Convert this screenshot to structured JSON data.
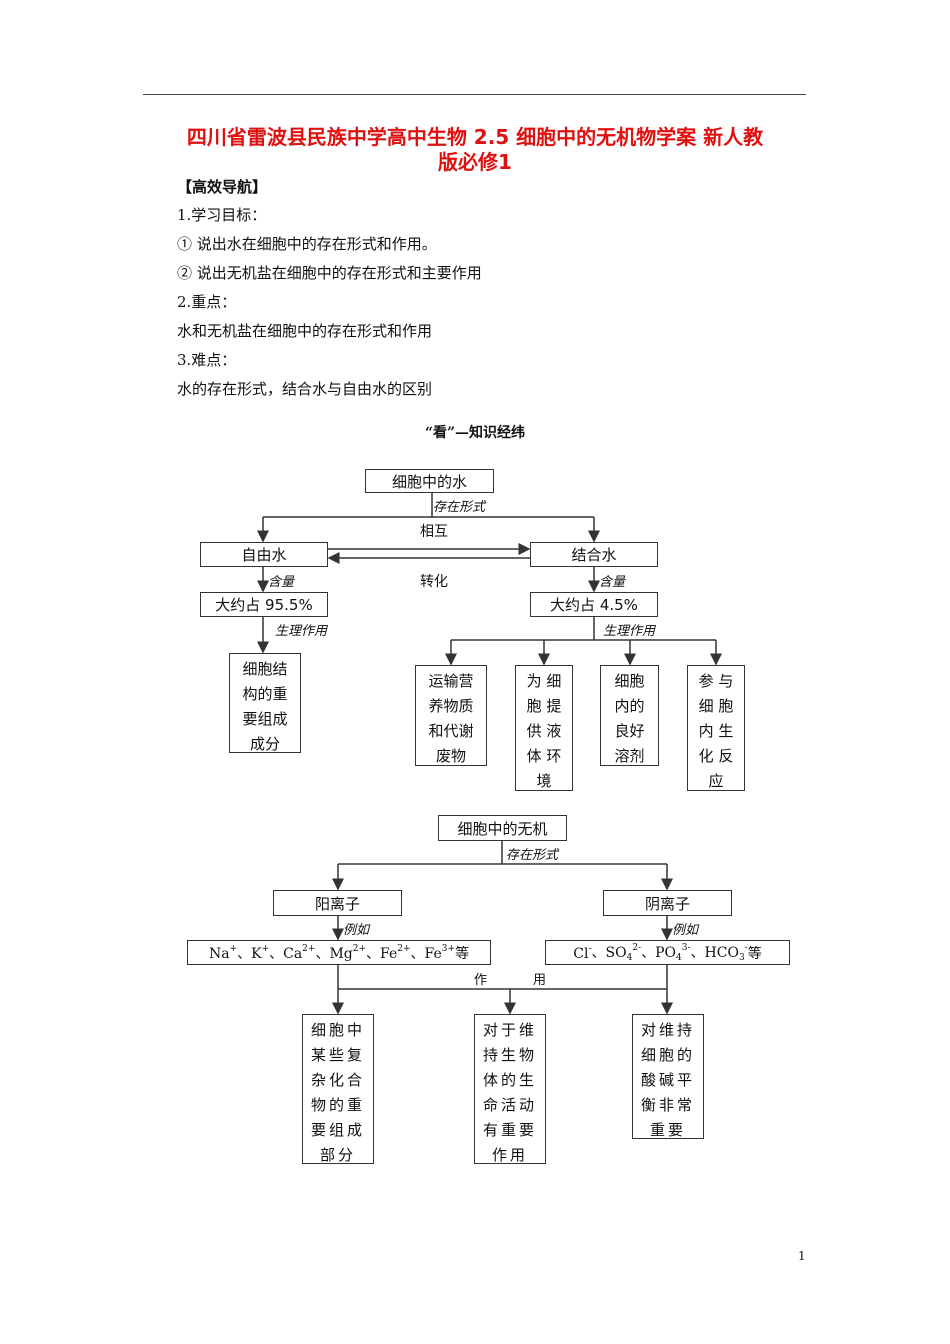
{
  "title": {
    "line1": "四川省雷波县民族中学高中生物 2.5 细胞中的无机物学案 新人教",
    "line2": "版必修1"
  },
  "body_lines": [
    "【高效导航】",
    "1.学习目标：",
    "① 说出水在细胞中的存在形式和作用。",
    "② 说出无机盐在细胞中的存在形式和主要作用",
    "2.重点：",
    "水和无机盐在细胞中的存在形式和作用",
    "3.难点：",
    "水的存在形式，结合水与自由水的区别"
  ],
  "section_heading": "“看”—知识经纬",
  "water_diagram": {
    "root": "细胞中的水",
    "exist_label": "存在形式",
    "mutual_label_1": "相互",
    "mutual_label_2": "转化",
    "free_water": "自由水",
    "bound_water": "结合水",
    "content_label": "含量",
    "free_content": "大约占 95.5%",
    "bound_content": "大约占 4.5%",
    "function_label": "生理作用",
    "free_functions": [
      [
        "细胞结",
        "构的重",
        "要组成",
        "成分"
      ]
    ],
    "bound_functions": [
      [
        "运输营",
        "养物质",
        "和代谢",
        "废物"
      ],
      [
        "为 细",
        "胞 提",
        "供 液",
        "体 环",
        "境"
      ],
      [
        "细胞",
        "内的",
        "良好",
        "溶剂"
      ],
      [
        "参 与",
        "细 胞",
        "内 生",
        "化 反",
        "应"
      ]
    ]
  },
  "salt_diagram": {
    "root": "细胞中的无机",
    "exist_label": "存在形式",
    "cation": "阳离子",
    "anion": "阴离子",
    "example_label": "例如",
    "cation_examples": [
      {
        "t": "Na",
        "sup": "+"
      },
      {
        "t": "、K",
        "sup": "+"
      },
      {
        "t": "、Ca",
        "sup": "2+"
      },
      {
        "t": "、Mg",
        "sup": "2+"
      },
      {
        "t": "、Fe",
        "sup": "2+"
      },
      {
        "t": "、Fe",
        "sup": "3+"
      },
      {
        "t": "等"
      }
    ],
    "anion_examples": [
      {
        "t": "Cl",
        "sup": "-"
      },
      {
        "t": "、SO",
        "sub": "4",
        "sup": "2-"
      },
      {
        "t": "、PO",
        "sub": "4",
        "sup": "3-"
      },
      {
        "t": "、HCO",
        "sub": "3",
        "sup": "-"
      },
      {
        "t": "等"
      }
    ],
    "function_label_1": "作",
    "function_label_2": "用",
    "functions": [
      [
        "细胞中",
        "某些复",
        "杂化合",
        "物的重",
        "要组成",
        "部分"
      ],
      [
        "对于维",
        "持生物",
        "体的生",
        "命活动",
        "有重要",
        "作用"
      ],
      [
        "对维持",
        "细胞的",
        "酸碱平",
        "衡非常",
        "重要"
      ]
    ]
  },
  "page_number": "1"
}
